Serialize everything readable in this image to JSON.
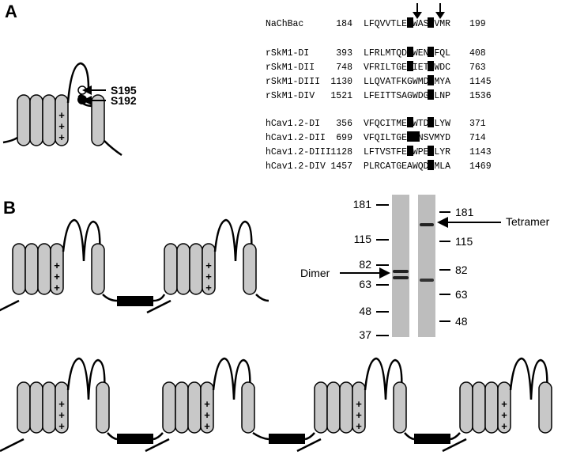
{
  "panels": {
    "a": "A",
    "b": "B"
  },
  "labels": {
    "s195": "S195",
    "s192": "S192",
    "dimer": "Dimer",
    "tetramer": "Tetramer"
  },
  "alignment": [
    {
      "name": "NaChBac",
      "start": "184",
      "seq": "LFQVVTLESWASGVMR",
      "end": "199"
    },
    {
      "name": "rSkM1-DI",
      "start": "393",
      "seq": "LFRLMTQDYWENLFQL",
      "end": "408"
    },
    {
      "name": "rSkM1-DII",
      "start": "748",
      "seq": "VFRILTGEWIETMWDC",
      "end": "763"
    },
    {
      "name": "rSkM1-DIII",
      "start": "1130",
      "seq": "LLQVATFKGWMDIMYA",
      "end": "1145"
    },
    {
      "name": "rSkM1-DIV",
      "start": "1521",
      "seq": "LFEITTSAGWDGLLNP",
      "end": "1536"
    },
    {
      "name": "hCav1.2-DI",
      "start": "356",
      "seq": "VFQCITMEGWTDVLYW",
      "end": "371"
    },
    {
      "name": "hCav1.2-DII",
      "start": "699",
      "seq": "VFQILTGEDWNSVMYD",
      "end": "714"
    },
    {
      "name": "hCav1.2-DIII",
      "start": "1128",
      "seq": "LFTVSTFEGWPELLYR",
      "end": "1143"
    },
    {
      "name": "hCav1.2-DIV",
      "start": "1457",
      "seq": "PLRCATGEAWQDIMLA",
      "end": "1469"
    }
  ],
  "mw_left": [
    "181",
    "115",
    "82",
    "63",
    "48",
    "37"
  ],
  "mw_right": [
    "181",
    "115",
    "82",
    "63",
    "48"
  ],
  "colors": {
    "helix_fill": "#c8c8c8",
    "linker": "#000000"
  }
}
